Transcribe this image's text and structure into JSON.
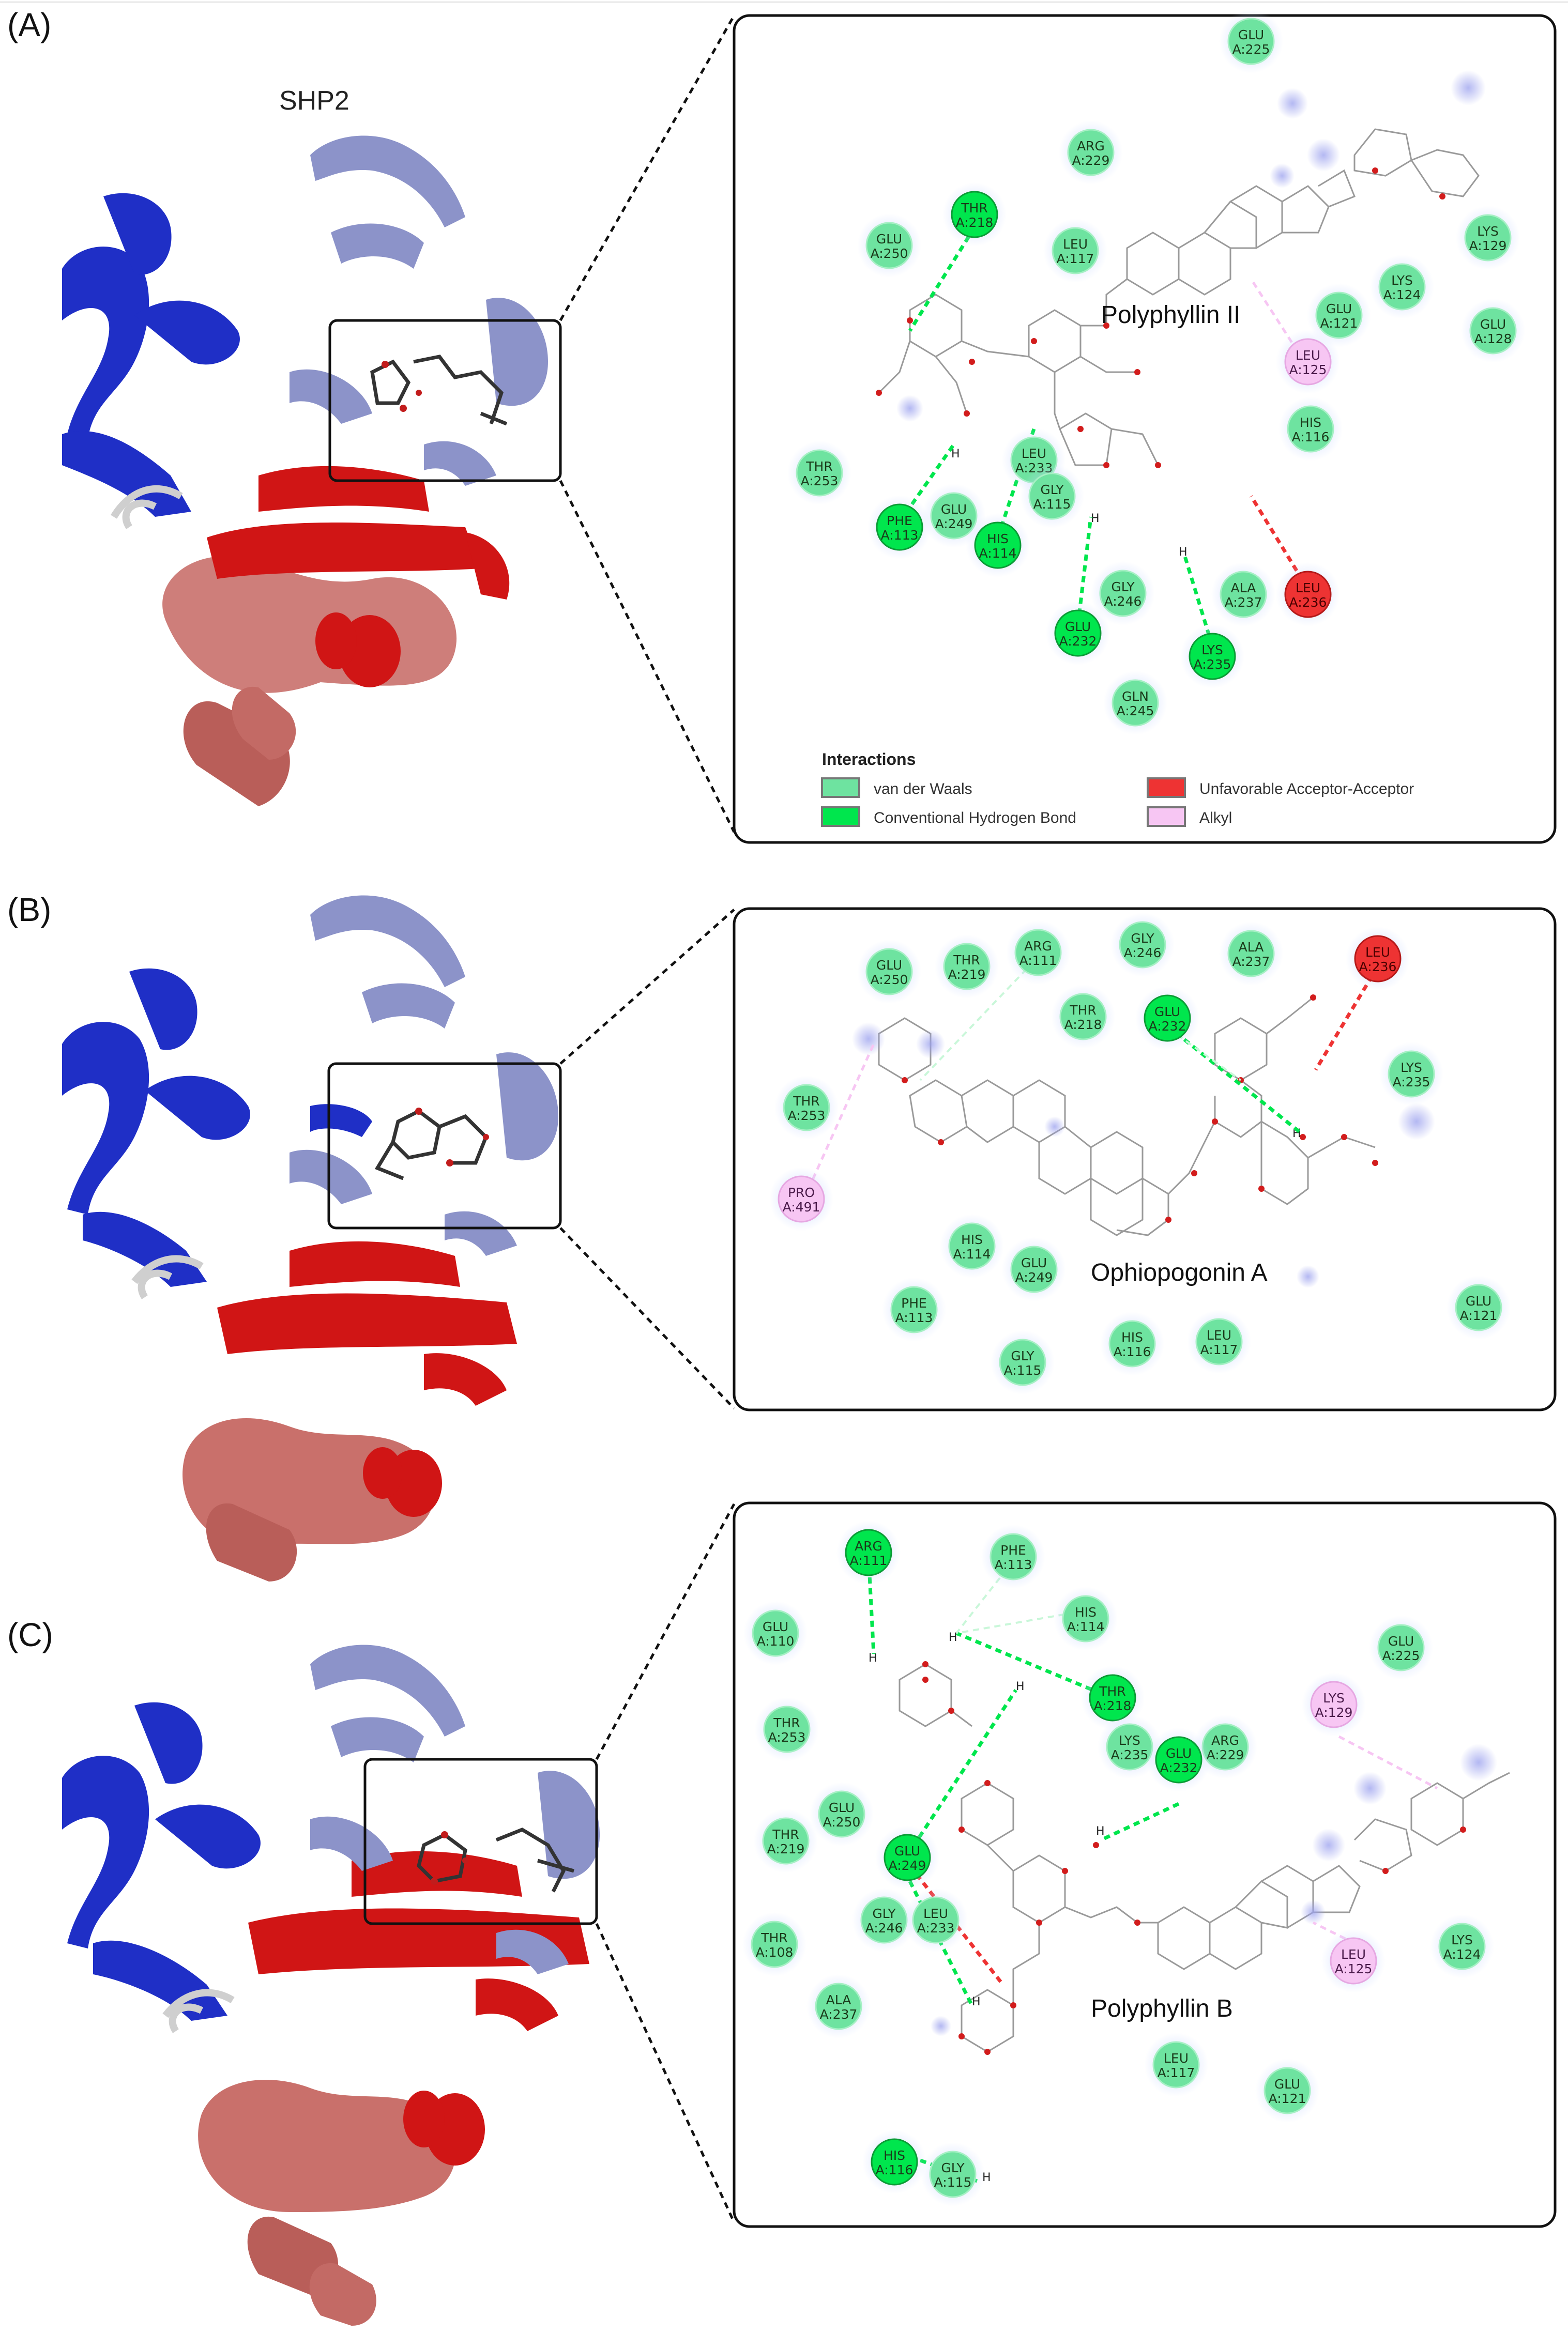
{
  "colors": {
    "vdw": "#6ee3a0",
    "hbond": "#00e64d",
    "unfavorable": "#ee3333",
    "alkyl": "#f7c6f3",
    "helix_dark": "#1f2fc6",
    "helix_light": "#8c93c9",
    "red_domain": "#dd1f1f",
    "salmon_domain": "#c9706b"
  },
  "panels": [
    {
      "letter": "(A)",
      "protein_label": "SHP2",
      "ligand_name": "Polyphyllin II",
      "residues": [
        {
          "name": "GLU",
          "num": "A:225",
          "type": "vdw"
        },
        {
          "name": "ARG",
          "num": "A:229",
          "type": "vdw"
        },
        {
          "name": "THR",
          "num": "A:218",
          "type": "hbond"
        },
        {
          "name": "GLU",
          "num": "A:250",
          "type": "vdw"
        },
        {
          "name": "LEU",
          "num": "A:117",
          "type": "vdw"
        },
        {
          "name": "LYS",
          "num": "A:129",
          "type": "vdw"
        },
        {
          "name": "LYS",
          "num": "A:124",
          "type": "vdw"
        },
        {
          "name": "GLU",
          "num": "A:121",
          "type": "vdw"
        },
        {
          "name": "GLU",
          "num": "A:128",
          "type": "vdw"
        },
        {
          "name": "LEU",
          "num": "A:125",
          "type": "alkyl"
        },
        {
          "name": "HIS",
          "num": "A:116",
          "type": "vdw"
        },
        {
          "name": "THR",
          "num": "A:253",
          "type": "vdw"
        },
        {
          "name": "LEU",
          "num": "A:233",
          "type": "vdw"
        },
        {
          "name": "GLY",
          "num": "A:115",
          "type": "vdw"
        },
        {
          "name": "PHE",
          "num": "A:113",
          "type": "hbond"
        },
        {
          "name": "GLU",
          "num": "A:249",
          "type": "vdw"
        },
        {
          "name": "HIS",
          "num": "A:114",
          "type": "hbond"
        },
        {
          "name": "GLY",
          "num": "A:246",
          "type": "vdw"
        },
        {
          "name": "ALA",
          "num": "A:237",
          "type": "vdw"
        },
        {
          "name": "LEU",
          "num": "A:236",
          "type": "unfavorable"
        },
        {
          "name": "GLU",
          "num": "A:232",
          "type": "hbond"
        },
        {
          "name": "LYS",
          "num": "A:235",
          "type": "hbond"
        },
        {
          "name": "GLN",
          "num": "A:245",
          "type": "vdw"
        }
      ],
      "legend": {
        "title": "Interactions",
        "items": [
          {
            "label": "van der Waals",
            "type": "vdw"
          },
          {
            "label": "Conventional Hydrogen Bond",
            "type": "hbond"
          },
          {
            "label": "Unfavorable Acceptor-Acceptor",
            "type": "unfavorable"
          },
          {
            "label": "Alkyl",
            "type": "alkyl"
          }
        ]
      }
    },
    {
      "letter": "(B)",
      "ligand_name": "Ophiopogonin A",
      "residues": [
        {
          "name": "GLU",
          "num": "A:250",
          "type": "vdw"
        },
        {
          "name": "THR",
          "num": "A:219",
          "type": "vdw"
        },
        {
          "name": "ARG",
          "num": "A:111",
          "type": "vdw"
        },
        {
          "name": "GLY",
          "num": "A:246",
          "type": "vdw"
        },
        {
          "name": "ALA",
          "num": "A:237",
          "type": "vdw"
        },
        {
          "name": "LEU",
          "num": "A:236",
          "type": "unfavorable"
        },
        {
          "name": "THR",
          "num": "A:218",
          "type": "vdw"
        },
        {
          "name": "GLU",
          "num": "A:232",
          "type": "hbond"
        },
        {
          "name": "LYS",
          "num": "A:235",
          "type": "vdw"
        },
        {
          "name": "THR",
          "num": "A:253",
          "type": "vdw"
        },
        {
          "name": "PRO",
          "num": "A:491",
          "type": "alkyl"
        },
        {
          "name": "HIS",
          "num": "A:114",
          "type": "vdw"
        },
        {
          "name": "GLU",
          "num": "A:249",
          "type": "vdw"
        },
        {
          "name": "PHE",
          "num": "A:113",
          "type": "vdw"
        },
        {
          "name": "GLY",
          "num": "A:115",
          "type": "vdw"
        },
        {
          "name": "HIS",
          "num": "A:116",
          "type": "vdw"
        },
        {
          "name": "LEU",
          "num": "A:117",
          "type": "vdw"
        },
        {
          "name": "GLU",
          "num": "A:121",
          "type": "vdw"
        }
      ]
    },
    {
      "letter": "(C)",
      "ligand_name": "Polyphyllin B",
      "residues": [
        {
          "name": "ARG",
          "num": "A:111",
          "type": "hbond"
        },
        {
          "name": "PHE",
          "num": "A:113",
          "type": "vdw"
        },
        {
          "name": "HIS",
          "num": "A:114",
          "type": "vdw"
        },
        {
          "name": "GLU",
          "num": "A:110",
          "type": "vdw"
        },
        {
          "name": "GLU",
          "num": "A:225",
          "type": "vdw"
        },
        {
          "name": "LYS",
          "num": "A:129",
          "type": "alkyl"
        },
        {
          "name": "THR",
          "num": "A:218",
          "type": "hbond"
        },
        {
          "name": "THR",
          "num": "A:253",
          "type": "vdw"
        },
        {
          "name": "LYS",
          "num": "A:235",
          "type": "vdw"
        },
        {
          "name": "ARG",
          "num": "A:229",
          "type": "vdw"
        },
        {
          "name": "GLU",
          "num": "A:232",
          "type": "hbond"
        },
        {
          "name": "GLU",
          "num": "A:250",
          "type": "vdw"
        },
        {
          "name": "THR",
          "num": "A:219",
          "type": "vdw"
        },
        {
          "name": "GLU",
          "num": "A:249",
          "type": "hbond"
        },
        {
          "name": "GLY",
          "num": "A:246",
          "type": "vdw"
        },
        {
          "name": "LEU",
          "num": "A:233",
          "type": "vdw"
        },
        {
          "name": "THR",
          "num": "A:108",
          "type": "vdw"
        },
        {
          "name": "ALA",
          "num": "A:237",
          "type": "vdw"
        },
        {
          "name": "LEU",
          "num": "A:125",
          "type": "alkyl"
        },
        {
          "name": "LYS",
          "num": "A:124",
          "type": "vdw"
        },
        {
          "name": "LEU",
          "num": "A:117",
          "type": "vdw"
        },
        {
          "name": "GLU",
          "num": "A:121",
          "type": "vdw"
        },
        {
          "name": "HIS",
          "num": "A:116",
          "type": "hbond"
        },
        {
          "name": "GLY",
          "num": "A:115",
          "type": "vdw"
        }
      ]
    }
  ]
}
